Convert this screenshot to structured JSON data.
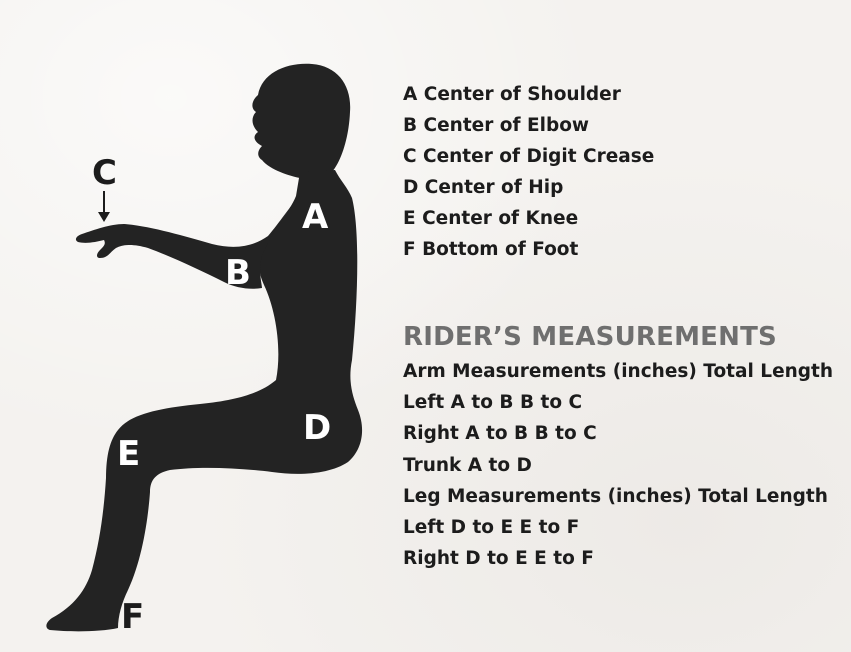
{
  "point_labels": {
    "A": "A",
    "B": "B",
    "C": "C",
    "D": "D",
    "E": "E",
    "F": "F"
  },
  "legend": [
    "A Center of Shoulder",
    "B Center of Elbow",
    "C Center of Digit Crease",
    "D Center of Hip",
    "E Center of Knee",
    "F Bottom of Foot"
  ],
  "measurements": {
    "title": "RIDER’S MEASUREMENTS",
    "rows": [
      "Arm Measurements (inches) Total Length",
      "Left A to B B to C",
      "Right A to B B to C",
      "Trunk A to D",
      "Leg Measurements (inches) Total Length",
      "Left D to E E to F",
      "Right D to E E to F"
    ]
  },
  "colors": {
    "silhouette": "#232323",
    "section_title": "#6f6f6f",
    "text": "#1c1c1c",
    "background": "#f4f2ef"
  }
}
